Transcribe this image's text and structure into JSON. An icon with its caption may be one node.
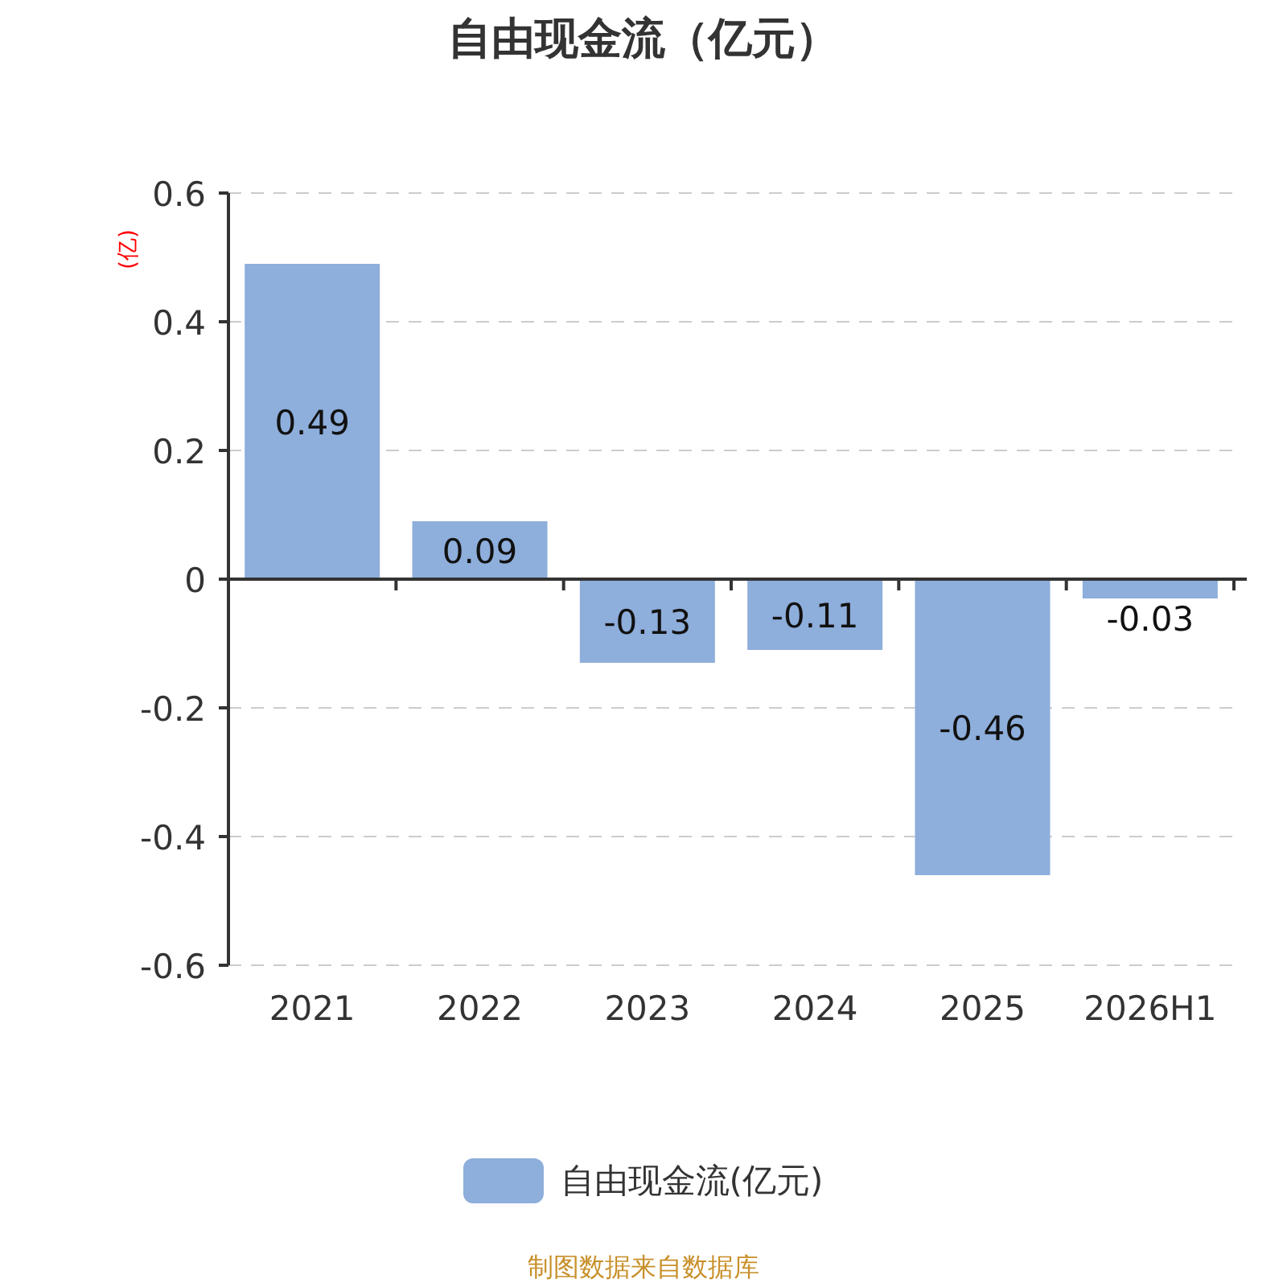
{
  "diagram": {
    "title": "自由现金流（亿元）",
    "caption": "制图数据来自数据库",
    "legend": [
      {
        "text": "自由现金流(亿元)",
        "color": "#8eaedb"
      }
    ],
    "chart_data": {
      "type": "bar",
      "ylabel": "(亿)",
      "categories": [
        "2021",
        "2022",
        "2023",
        "2024",
        "2025",
        "2026H1"
      ],
      "series": [
        {
          "color": "#8eaedb",
          "values": [
            0.49,
            0.09,
            -0.13,
            -0.11,
            -0.46,
            -0.03
          ]
        }
      ],
      "ylim": [
        -0.6,
        0.6
      ],
      "yticks": [
        -0.6,
        -0.4,
        -0.2,
        0,
        0.2,
        0.4,
        0.6
      ],
      "data_labels": true,
      "grid": true
    }
  }
}
